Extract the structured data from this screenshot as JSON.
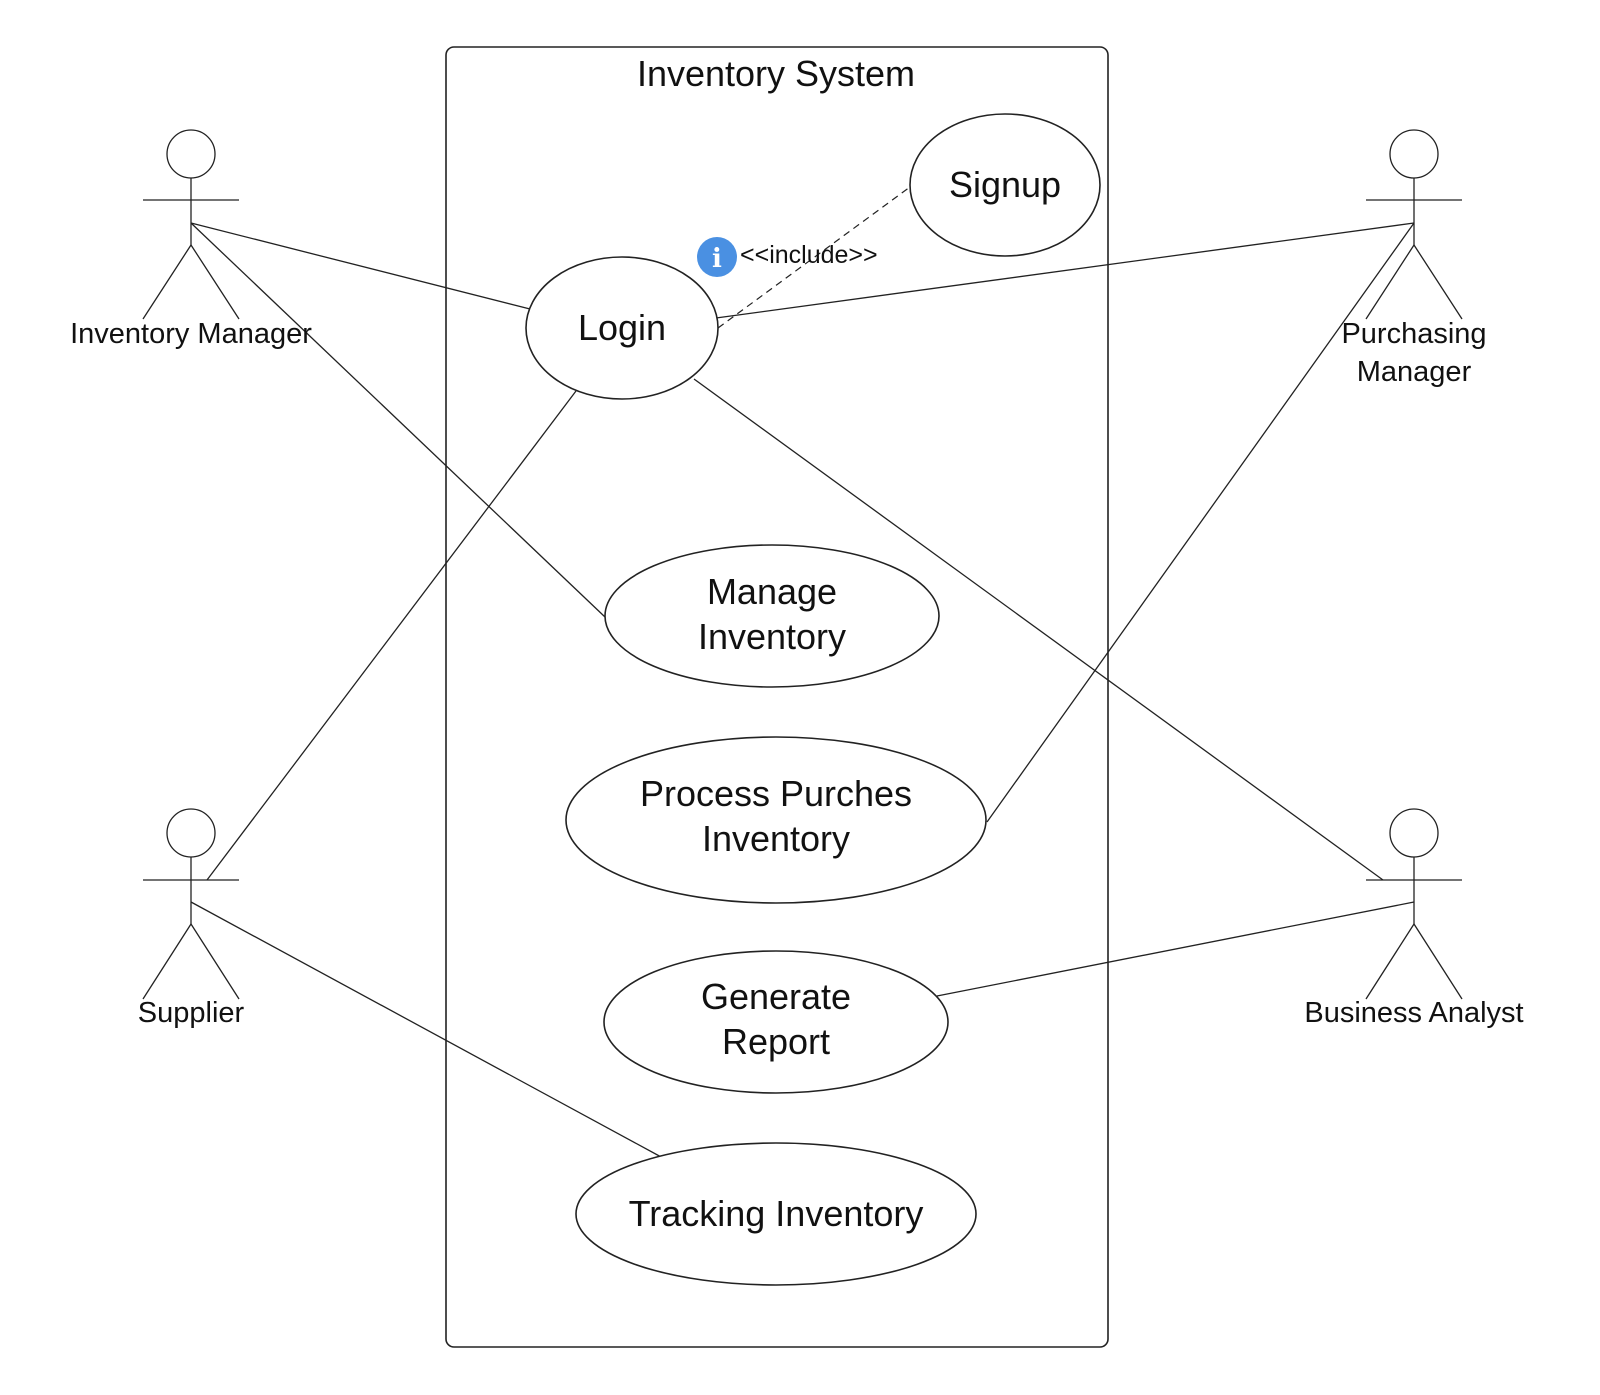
{
  "system": {
    "title": "Inventory System"
  },
  "use_cases": {
    "signup": {
      "lines": [
        "Signup"
      ]
    },
    "login": {
      "lines": [
        "Login"
      ]
    },
    "manage_inventory": {
      "lines": [
        "Manage",
        "Inventory"
      ]
    },
    "process_purchase": {
      "lines": [
        "Process Purches",
        "Inventory"
      ]
    },
    "generate_report": {
      "lines": [
        "Generate",
        "Report"
      ]
    },
    "tracking_inventory": {
      "lines": [
        "Tracking Inventory"
      ]
    }
  },
  "actors": {
    "inventory_manager": {
      "lines": [
        "Inventory Manager"
      ]
    },
    "purchasing_manager": {
      "lines": [
        "Purchasing",
        "Manager"
      ]
    },
    "supplier": {
      "lines": [
        "Supplier"
      ]
    },
    "business_analyst": {
      "lines": [
        "Business Analyst"
      ]
    }
  },
  "relations": {
    "include_label": "<<include>>"
  },
  "info_badge": {
    "icon": "info-icon",
    "glyph": "i",
    "color": "#4a90e2"
  }
}
